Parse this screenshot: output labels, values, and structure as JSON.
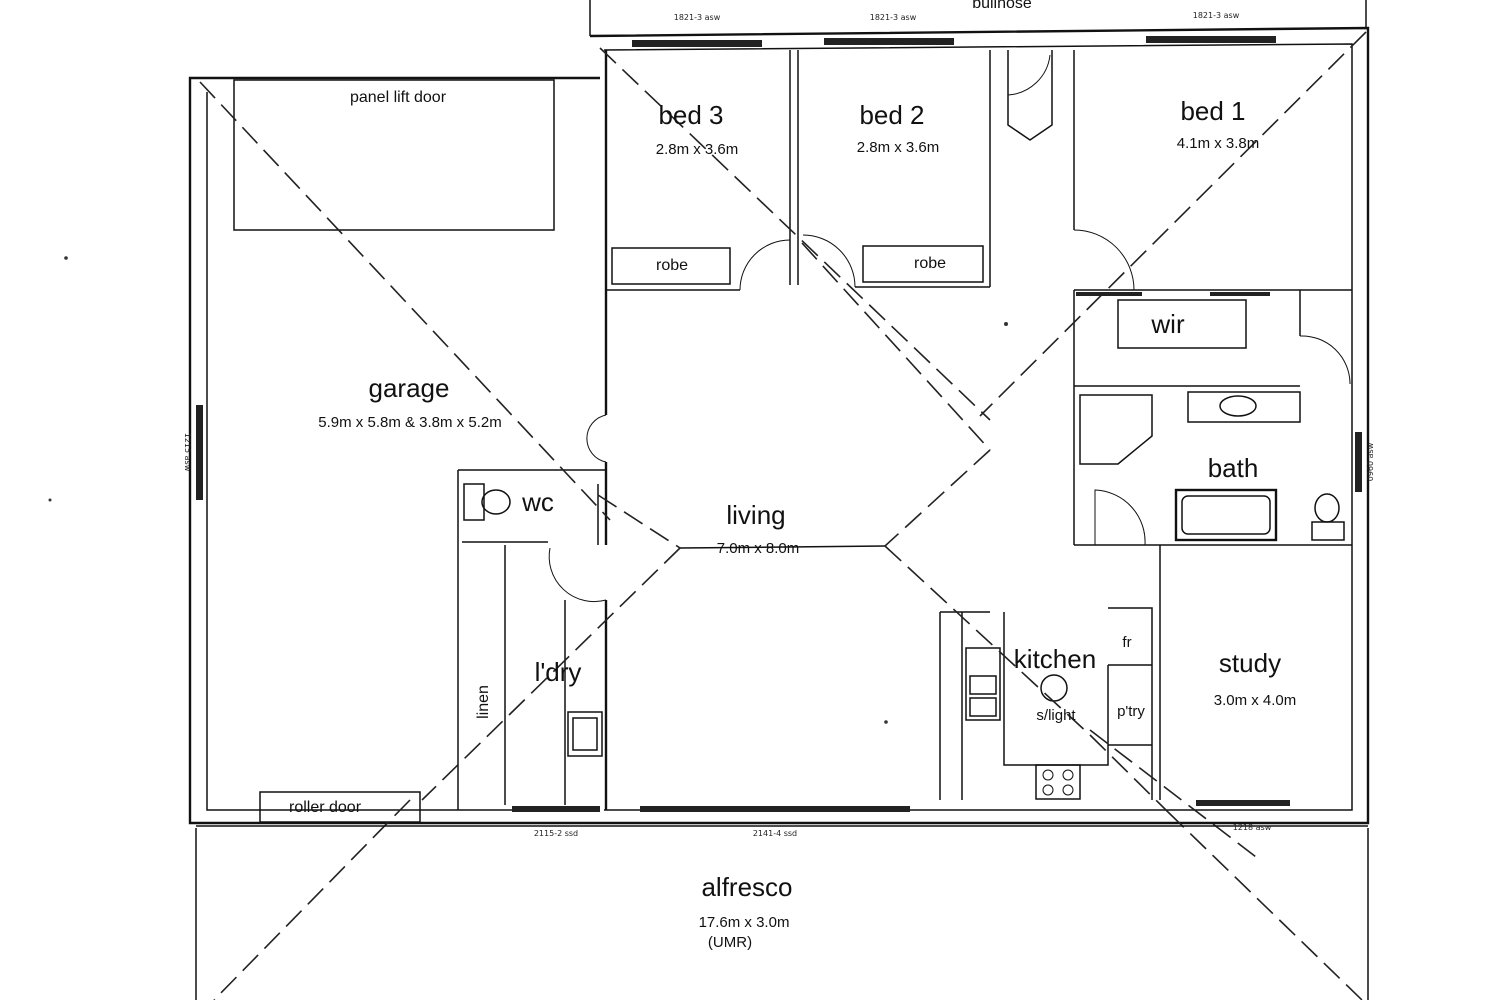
{
  "rooms": {
    "bed3": {
      "name": "bed 3",
      "dims": "2.8m x 3.6m"
    },
    "bed2": {
      "name": "bed 2",
      "dims": "2.8m x 3.6m"
    },
    "bed1": {
      "name": "bed 1",
      "dims": "4.1m x 3.8m"
    },
    "garage": {
      "name": "garage",
      "dims": "5.9m x 5.8m & 3.8m x 5.2m"
    },
    "living": {
      "name": "living",
      "dims": "7.0m x 8.0m"
    },
    "wc": {
      "name": "wc"
    },
    "wir": {
      "name": "wir"
    },
    "bath": {
      "name": "bath"
    },
    "laundry": {
      "name": "l'dry"
    },
    "linen": {
      "name": "linen"
    },
    "kitchen": {
      "name": "kitchen",
      "skylight": "s/light"
    },
    "fridge": {
      "name": "fr"
    },
    "pantry": {
      "name": "p'try"
    },
    "study": {
      "name": "study",
      "dims": "3.0m x 4.0m"
    },
    "alfresco": {
      "name": "alfresco",
      "dims": "17.6m x 3.0m",
      "note": "(UMR)"
    }
  },
  "fixtures": {
    "panel_lift_door": "panel lift door",
    "roller_door": "roller door",
    "robe_bed3": "robe",
    "robe_bed2": "robe",
    "bullnose": "bullnose"
  },
  "window_codes": {
    "bed3": "1821-3 asw",
    "bed2": "1821-3 asw",
    "bed1": "1821-3 asw",
    "garage_side": "1215 asw",
    "bath_side": "0960 asw",
    "laundry": "2115-2 ssd",
    "living": "2141-4 ssd",
    "study": "1218 asw"
  }
}
